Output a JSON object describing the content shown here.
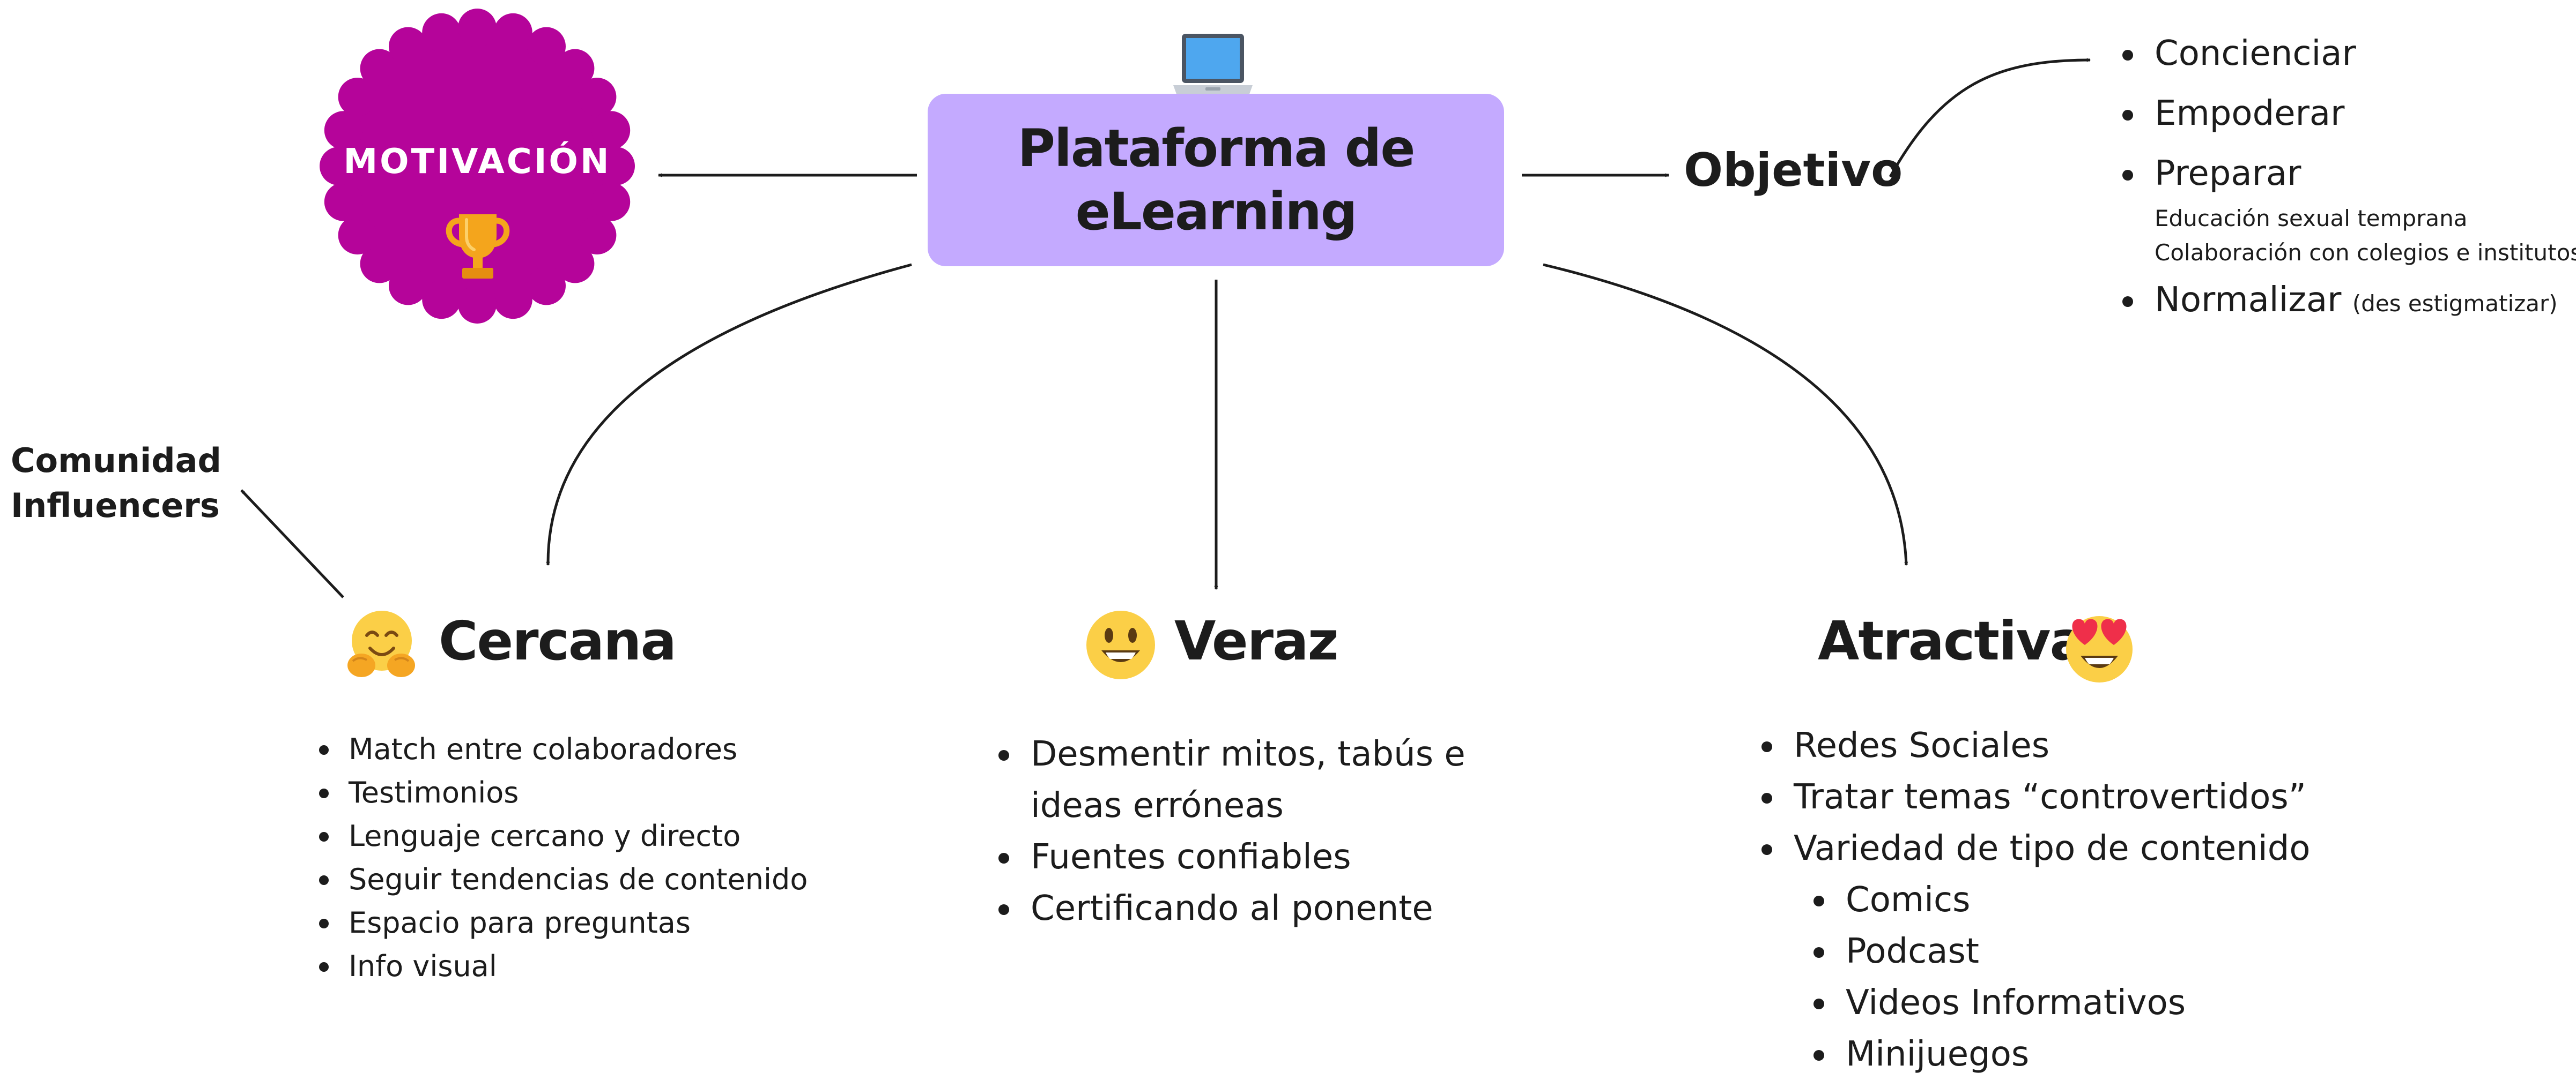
{
  "central": {
    "line1": "Plataforma de",
    "line2": "eLearning",
    "icon": "laptop-icon",
    "color": "#c4aaff"
  },
  "motivation": {
    "label": "MOTIVACIÓN",
    "icon": "trophy-icon",
    "color": "#b5049a"
  },
  "objetivo": {
    "label": "Objetivo",
    "items": [
      {
        "label": "Concienciar"
      },
      {
        "label": "Empoderar"
      },
      {
        "label": "Preparar",
        "subitems": [
          "Educación sexual temprana",
          "Colaboración con colegios e institutos"
        ]
      },
      {
        "label": "Normalizar",
        "note": "(des estigmatizar)"
      }
    ]
  },
  "comunidad": {
    "line1": "Comunidad",
    "line2": "Influencers"
  },
  "pillars": {
    "cercana": {
      "title": "Cercana",
      "icon": "hugging-face-icon",
      "items": [
        "Match entre colaboradores",
        "Testimonios",
        "Lenguaje cercano y directo",
        "Seguir tendencias de contenido",
        "Espacio para preguntas",
        "Info visual"
      ]
    },
    "veraz": {
      "title": "Veraz",
      "icon": "smiling-face-icon",
      "items": [
        "Desmentir mitos, tabús e",
        "ideas erróneas",
        "Fuentes confiables",
        "Certificando al ponente"
      ]
    },
    "atractiva": {
      "title": "Atractiva",
      "icon": "heart-eyes-face-icon",
      "items": [
        "Redes Sociales",
        "Tratar temas “controvertidos”",
        "Variedad de tipo de contenido"
      ],
      "subitems": [
        "Comics",
        "Podcast",
        "Videos Informativos",
        "Minijuegos"
      ]
    }
  }
}
